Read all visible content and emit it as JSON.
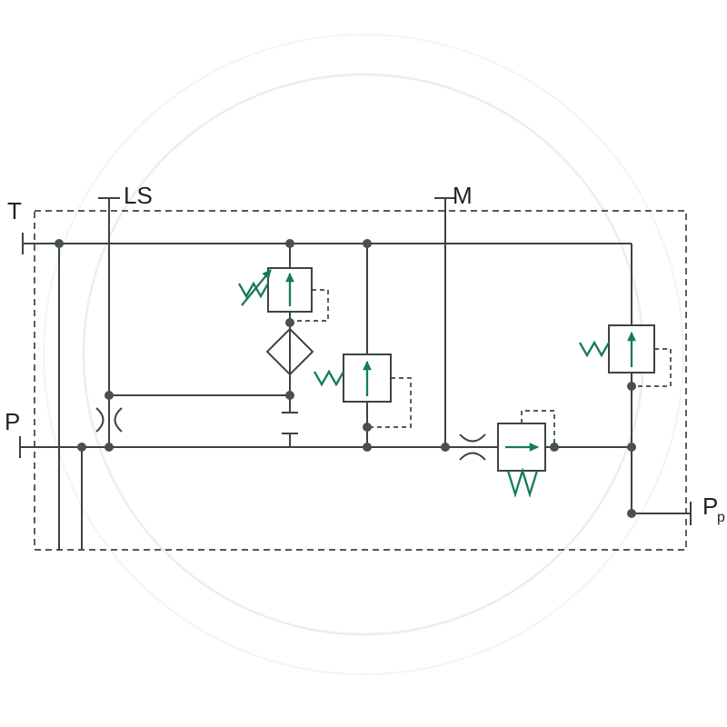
{
  "diagram": {
    "type": "hydraulic-schematic",
    "labels": {
      "port_t": "T",
      "port_ls": "LS",
      "port_m": "M",
      "port_p": "P",
      "port_pp_main": "P",
      "port_pp_sub": "p"
    },
    "colors": {
      "line": "#3d4245",
      "node": "#475053",
      "accent": "#177a60",
      "text": "#1e2223",
      "watermark": "#ededed",
      "background": "#ffffff"
    },
    "components": [
      "tank-port-T",
      "load-sense-port-LS",
      "gauge-port-M",
      "pump-port-P",
      "pilot-pressure-port-Pp",
      "pressure-reducing-valve-adjustable",
      "pilot-oil-filter",
      "ls-relief-compensator-valve",
      "check-valve-spring-loaded",
      "system-relief-valve",
      "fixed-orifice-ls-line",
      "fixed-orifice-p-line",
      "plugged-connection"
    ]
  }
}
